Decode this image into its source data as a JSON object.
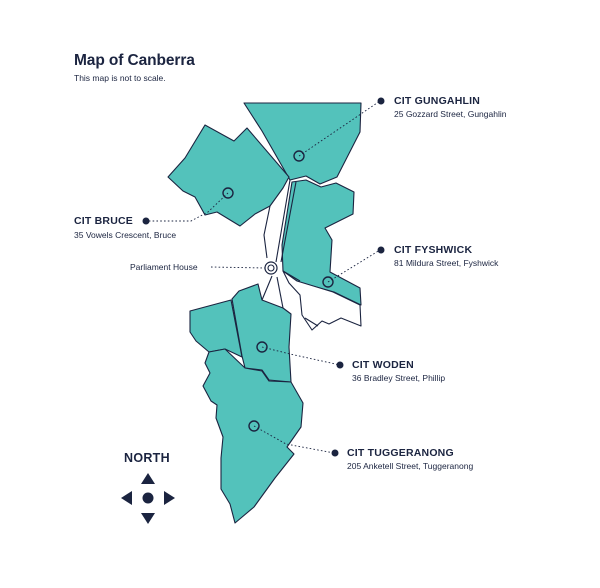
{
  "header": {
    "title": "Map of Canberra",
    "subtitle": "This map is not to scale."
  },
  "campuses": {
    "gungahlin": {
      "name": "CIT GUNGAHLIN",
      "address": "25 Gozzard Street, Gungahlin"
    },
    "bruce": {
      "name": "CIT BRUCE",
      "address": "35 Vowels Crescent, Bruce"
    },
    "fyshwick": {
      "name": "CIT FYSHWICK",
      "address": "81 Mildura Street, Fyshwick"
    },
    "woden": {
      "name": "CIT WODEN",
      "address": "36 Bradley Street, Phillip"
    },
    "tuggeranong": {
      "name": "CIT TUGGERANONG",
      "address": "205 Anketell Street, Tuggeranong"
    }
  },
  "landmark": {
    "label": "Parliament House"
  },
  "compass": {
    "label": "NORTH"
  },
  "colors": {
    "region_fill": "#53c2bb",
    "ink": "#1b2440",
    "background": "#ffffff"
  },
  "icons": [
    "campus-marker-icon",
    "landmark-marker-icon",
    "compass-icon"
  ]
}
